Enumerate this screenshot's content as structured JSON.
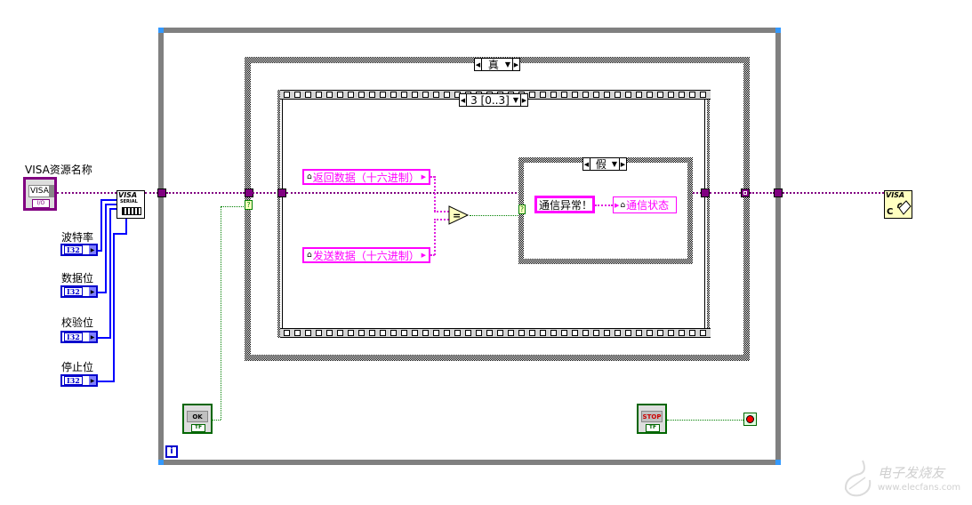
{
  "controls": {
    "visa_resource": {
      "label": "VISA资源名称",
      "value": "VISA",
      "io_tag": "I/O"
    },
    "baud_rate": {
      "label": "波特率",
      "type": "I32"
    },
    "data_bits": {
      "label": "数据位",
      "type": "I32"
    },
    "parity": {
      "label": "校验位",
      "type": "I32"
    },
    "stop_bits": {
      "label": "停止位",
      "type": "I32"
    },
    "ok_button": {
      "label": "OK",
      "tag": "TF"
    },
    "stop_button": {
      "label": "STOP",
      "tag": "TF"
    }
  },
  "functions": {
    "visa_serial": {
      "title": "VISA",
      "subtitle": "SERIAL"
    },
    "visa_close": {
      "title": "VISA",
      "subtitle": "C"
    },
    "equal": {
      "symbol": "="
    }
  },
  "structures": {
    "outer_case": {
      "selector": "真"
    },
    "sequence": {
      "selector": "3 [0..3]"
    },
    "inner_case": {
      "selector": "假"
    },
    "case_terminal": "?",
    "loop_iteration": "i"
  },
  "local_variables": {
    "return_data": "返回数据（十六进制）",
    "send_data": "发送数据（十六进制）",
    "comm_status": "通信状态"
  },
  "constants": {
    "comm_error": "通信异常！"
  },
  "watermark": {
    "brand": "电子发烧友",
    "url": "www.elecfans.com"
  },
  "colors": {
    "visa_wire": "#800080",
    "string_wire": "#ff00ff",
    "int_wire": "#0000ff",
    "bool_wire": "#008000",
    "loop_frame": "#808080"
  }
}
